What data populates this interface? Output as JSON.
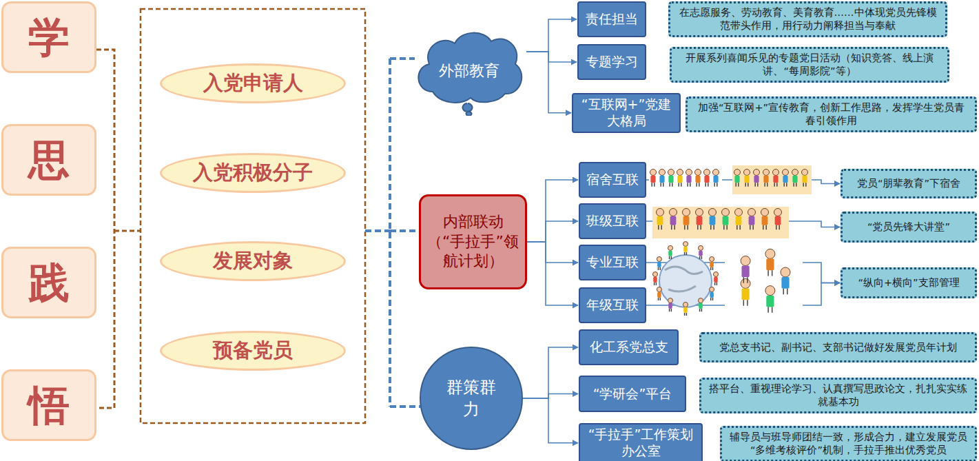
{
  "diagram": {
    "nodes": [
      {
        "text": [
          "学"
        ]
      },
      {
        "text": [
          "思"
        ]
      },
      {
        "text": [
          "践"
        ]
      },
      {
        "text": [
          "悟"
        ]
      },
      {
        "text": [
          "入党申请人"
        ]
      },
      {
        "text": [
          "入党积极分子"
        ]
      },
      {
        "text": [
          "发展对象"
        ]
      },
      {
        "text": [
          "预备党员"
        ]
      },
      {
        "text": [
          "外部教育"
        ]
      },
      {
        "text": [
          "内部联动（“手拉手”领航计划）"
        ]
      },
      {
        "text": [
          "群策群力"
        ]
      },
      {
        "text": [
          "责任担当"
        ]
      },
      {
        "text": [
          "在志愿服务、劳动教育、美育教育……中体现党员先锋模范带头作用，用行动力阐释担当与奉献"
        ]
      },
      {
        "text": [
          "专题学习"
        ]
      },
      {
        "text": [
          "开展系列喜闻乐见的专题党日活动（知识竞答、线上演讲、“每周影院”等）"
        ]
      },
      {
        "text": [
          "“互联网+”党建大格局"
        ]
      },
      {
        "text": [
          "加强“互联网+”宣传教育，创新工作思路，发挥学生党员青春引领作用"
        ]
      },
      {
        "text": [
          "宿舍互联"
        ]
      },
      {
        "text": [
          "党员“朋辈教育”下宿舍"
        ]
      },
      {
        "text": [
          "班级互联"
        ]
      },
      {
        "text": [
          "“党员先锋大讲堂”"
        ]
      },
      {
        "text": [
          "专业互联"
        ]
      },
      {
        "text": [
          "年级互联"
        ]
      },
      {
        "text": [
          "“纵向+横向”支部管理"
        ]
      },
      {
        "text": [
          "化工系党总支"
        ]
      },
      {
        "text": [
          "党总支书记、副书记、支部书记做好发展党员年计划"
        ]
      },
      {
        "text": [
          "“学研会”平台"
        ]
      },
      {
        "text": [
          "搭平台、重视理论学习、认真撰写思政论文，扎扎实实练就基本功"
        ]
      },
      {
        "text": [
          "“手拉手”工作策划办公室"
        ]
      },
      {
        "text": [
          "辅导员与班导师团结一致，形成合力，建立发展党员“多维考核评价”机制，手拉手推出优秀党员"
        ]
      }
    ],
    "edges": [
      {
        "from": 8,
        "to": 11,
        "arrow": "to"
      },
      {
        "from": 8,
        "to": 13,
        "arrow": "to"
      },
      {
        "from": 8,
        "to": 15,
        "arrow": "to"
      },
      {
        "from": 9,
        "to": 17,
        "arrow": "to"
      },
      {
        "from": 9,
        "to": 19,
        "arrow": "to"
      },
      {
        "from": 9,
        "to": 21,
        "arrow": "to"
      },
      {
        "from": 9,
        "to": 22,
        "arrow": "to"
      },
      {
        "from": 10,
        "to": 24,
        "arrow": "to"
      },
      {
        "from": 10,
        "to": 26,
        "arrow": "to"
      },
      {
        "from": 10,
        "to": 28,
        "arrow": "to"
      },
      {
        "from": 17,
        "to": 18,
        "arrow": "to"
      },
      {
        "from": 19,
        "to": 20,
        "arrow": "to"
      },
      {
        "from": 21,
        "to": 23,
        "arrow": "to"
      },
      {
        "from": 22,
        "to": 23,
        "arrow": "to"
      }
    ]
  }
}
